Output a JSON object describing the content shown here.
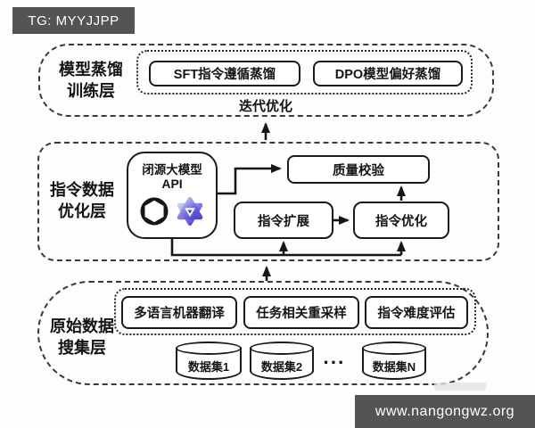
{
  "tg_banner": "TG: MYYJJPP",
  "site_banner": "www.nangongwz.org",
  "training_layer": {
    "label1": "模型蒸馏",
    "label2": "训练层",
    "sft_box": "SFT指令遵循蒸馏",
    "dpo_box": "DPO模型偏好蒸馏",
    "caption": "迭代优化"
  },
  "optimize_layer": {
    "label1": "指令数据",
    "label2": "优化层",
    "api_title": "闭源大模型",
    "api_subtitle": "API",
    "quality_box": "质量校验",
    "expand_box": "指令扩展",
    "optimize_box": "指令优化"
  },
  "collect_layer": {
    "label1": "原始数据",
    "label2": "搜集层",
    "translate_box": "多语言机器翻译",
    "resample_box": "任务相关重采样",
    "difficulty_box": "指令难度评估",
    "dataset1": "数据集1",
    "dataset2": "数据集2",
    "ellipsis": "···",
    "datasetN": "数据集N"
  },
  "colors": {
    "banner_bg": "#545456",
    "line": "#161616",
    "tongyi_light": "#c9cdf2",
    "tongyi_dark": "#4234c8"
  }
}
